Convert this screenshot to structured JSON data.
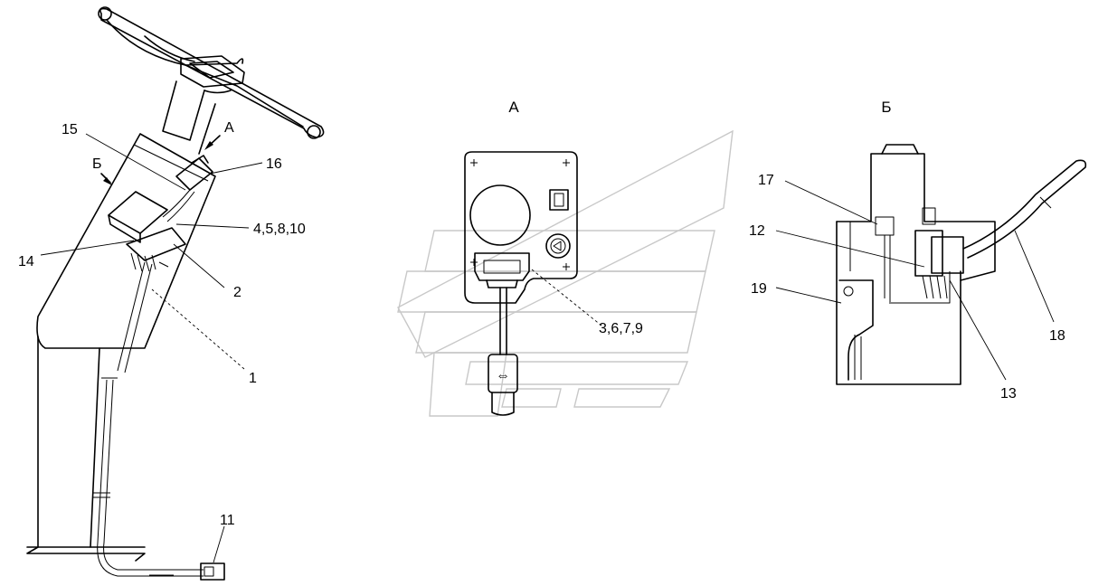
{
  "views": {
    "a": {
      "title": "А"
    },
    "b": {
      "title": "Б"
    }
  },
  "callouts": {
    "c1": "1",
    "c2": "2",
    "c4_5_8_10": "4,5,8,10",
    "c14": "14",
    "c15": "15",
    "c16": "16",
    "c11": "11",
    "c3_6_7_9": "3,6,7,9",
    "c17": "17",
    "c12": "12",
    "c19": "19",
    "c18": "18",
    "c13": "13"
  },
  "arrows": {
    "view_a": "А",
    "view_b": "Б"
  },
  "icons": {
    "switch_symbol": "⇔"
  }
}
